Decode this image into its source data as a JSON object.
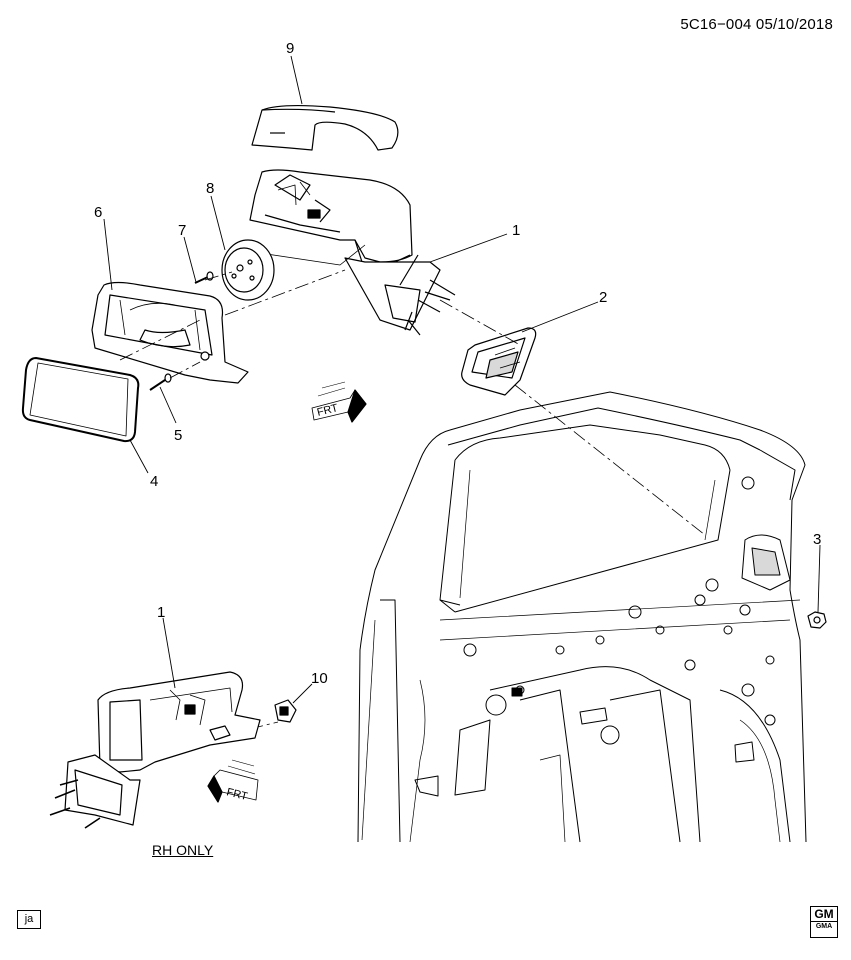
{
  "header": {
    "ref": "5C16−004 05/10/2018"
  },
  "callouts": [
    {
      "id": "c1a",
      "label": "1"
    },
    {
      "id": "c2",
      "label": "2"
    },
    {
      "id": "c3",
      "label": "3"
    },
    {
      "id": "c4",
      "label": "4"
    },
    {
      "id": "c5",
      "label": "5"
    },
    {
      "id": "c6",
      "label": "6"
    },
    {
      "id": "c7",
      "label": "7"
    },
    {
      "id": "c8",
      "label": "8"
    },
    {
      "id": "c9",
      "label": "9"
    },
    {
      "id": "c1b",
      "label": "1"
    },
    {
      "id": "c10",
      "label": "10"
    }
  ],
  "notes": {
    "rh_only": "RH ONLY",
    "tag": "ja"
  },
  "frt_labels": [
    "FRT",
    "FRT"
  ],
  "logo": {
    "text": "GM",
    "sub": "GMA"
  },
  "colors": {
    "line": "#000000",
    "shade": "#d9d9d9",
    "background": "#ffffff"
  }
}
